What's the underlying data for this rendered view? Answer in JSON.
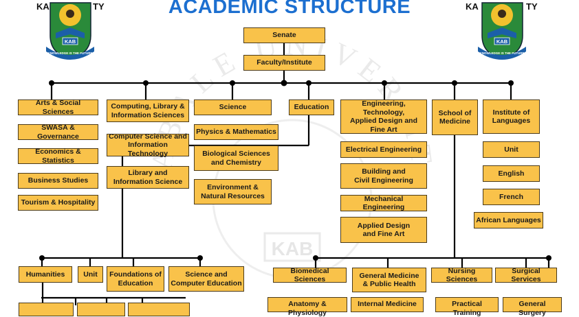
{
  "title": "ACADEMIC STRUCTURE",
  "watermark": {
    "text": "KABALE UNIVERSITY",
    "badge": "KAB"
  },
  "logo": {
    "motto": "KNOWLEDGE IS THE FUTURE",
    "badge": "KAB",
    "arc_left": "KA",
    "arc_right": "TY"
  },
  "top": {
    "senate": "Senate",
    "faculty": "Faculty/Institute"
  },
  "faculties": {
    "arts": "Arts & Social Sciences",
    "computing": "Computing, Library &\nInformation Sciences",
    "science": "Science",
    "education": "Education",
    "engineering": "Engineering, Technology,\nApplied Design and\nFine Art",
    "medicine": "School of\nMedicine",
    "languages": "Institute of\nLanguages"
  },
  "departments": {
    "arts": [
      "SWASA & Governance",
      "Economics & Statistics",
      "Business Studies",
      "Tourism & Hospitality"
    ],
    "computing": [
      "Computer Science and\nInformation Technology",
      "Library and\nInformation Science"
    ],
    "science": [
      "Physics & Mathematics",
      "Biological Sciences\nand Chemistry",
      "Environment &\nNatural Resources"
    ],
    "engineering": [
      "Electrical Engineering",
      "Building and\nCivil Engineering",
      "Mechanical Engineering",
      "Applied Design\nand Fine Art"
    ],
    "languages": [
      "Unit",
      "English",
      "French",
      "African Languages"
    ]
  },
  "education_units": [
    "Humanities",
    "Unit",
    "Foundations of\nEducation",
    "Science and\nComputer Education"
  ],
  "medicine_units": [
    "Biomedical Sciences",
    "General Medicine\n& Public Health",
    "Nursing Sciences",
    "Surgical Services"
  ],
  "medicine_sub": [
    "Anatomy & Physiology",
    "Internal Medicine",
    "Practical Training",
    "General Surgery"
  ],
  "colors": {
    "box_fill": "#f9c24a",
    "title": "#1c6fd0",
    "line": "#000000"
  }
}
